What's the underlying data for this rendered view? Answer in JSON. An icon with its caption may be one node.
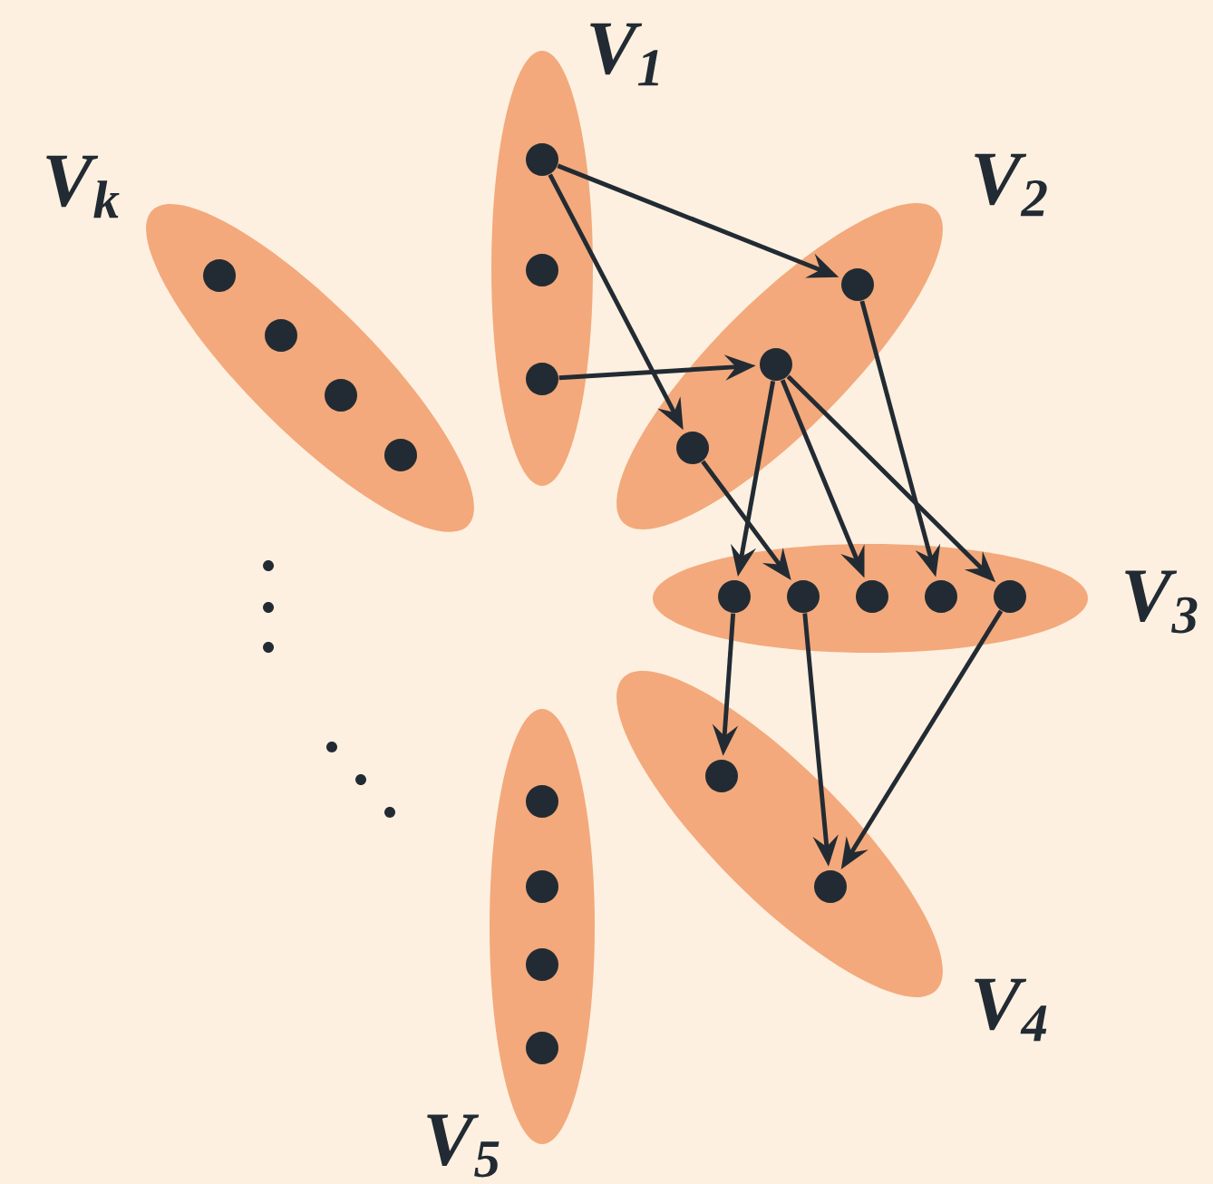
{
  "diagram": {
    "nodes": [
      {
        "text": [
          "V$_{1}$"
        ]
      },
      {
        "text": [],
        "shape": "circle",
        "in": 0
      },
      {
        "text": [],
        "shape": "circle",
        "in": 0
      },
      {
        "text": [],
        "shape": "circle",
        "in": 0
      },
      {
        "text": [
          "V$_{2}$"
        ]
      },
      {
        "text": [],
        "shape": "circle",
        "in": 4
      },
      {
        "text": [],
        "shape": "circle",
        "in": 4
      },
      {
        "text": [],
        "shape": "circle",
        "in": 4
      },
      {
        "text": [
          "V$_{3}$"
        ]
      },
      {
        "text": [],
        "shape": "circle",
        "in": 8
      },
      {
        "text": [],
        "shape": "circle",
        "in": 8
      },
      {
        "text": [],
        "shape": "circle",
        "in": 8
      },
      {
        "text": [],
        "shape": "circle",
        "in": 8
      },
      {
        "text": [],
        "shape": "circle",
        "in": 8
      },
      {
        "text": [
          "V$_{4}$"
        ]
      },
      {
        "text": [],
        "shape": "circle",
        "in": 14
      },
      {
        "text": [],
        "shape": "circle",
        "in": 14
      },
      {
        "text": [
          "V$_{5}$"
        ]
      },
      {
        "text": [],
        "shape": "circle",
        "in": 17
      },
      {
        "text": [],
        "shape": "circle",
        "in": 17
      },
      {
        "text": [],
        "shape": "circle",
        "in": 17
      },
      {
        "text": [],
        "shape": "circle",
        "in": 17
      },
      {
        "text": [
          "V$_{k}$"
        ]
      },
      {
        "text": [],
        "shape": "circle",
        "in": 22
      },
      {
        "text": [],
        "shape": "circle",
        "in": 22
      },
      {
        "text": [],
        "shape": "circle",
        "in": 22
      },
      {
        "text": [],
        "shape": "circle",
        "in": 22
      }
    ],
    "edges": [
      {
        "from": 1,
        "to": 5,
        "arrow": "to"
      },
      {
        "from": 1,
        "to": 7,
        "arrow": "to"
      },
      {
        "from": 3,
        "to": 6,
        "arrow": "to"
      },
      {
        "from": 6,
        "to": 9,
        "arrow": "to"
      },
      {
        "from": 6,
        "to": 11,
        "arrow": "to"
      },
      {
        "from": 6,
        "to": 13,
        "arrow": "to"
      },
      {
        "from": 5,
        "to": 12,
        "arrow": "to"
      },
      {
        "from": 7,
        "to": 10,
        "arrow": "to"
      },
      {
        "from": 9,
        "to": 15,
        "arrow": "to"
      },
      {
        "from": 10,
        "to": 16,
        "arrow": "to"
      },
      {
        "from": 13,
        "to": 16,
        "arrow": "to"
      }
    ]
  }
}
